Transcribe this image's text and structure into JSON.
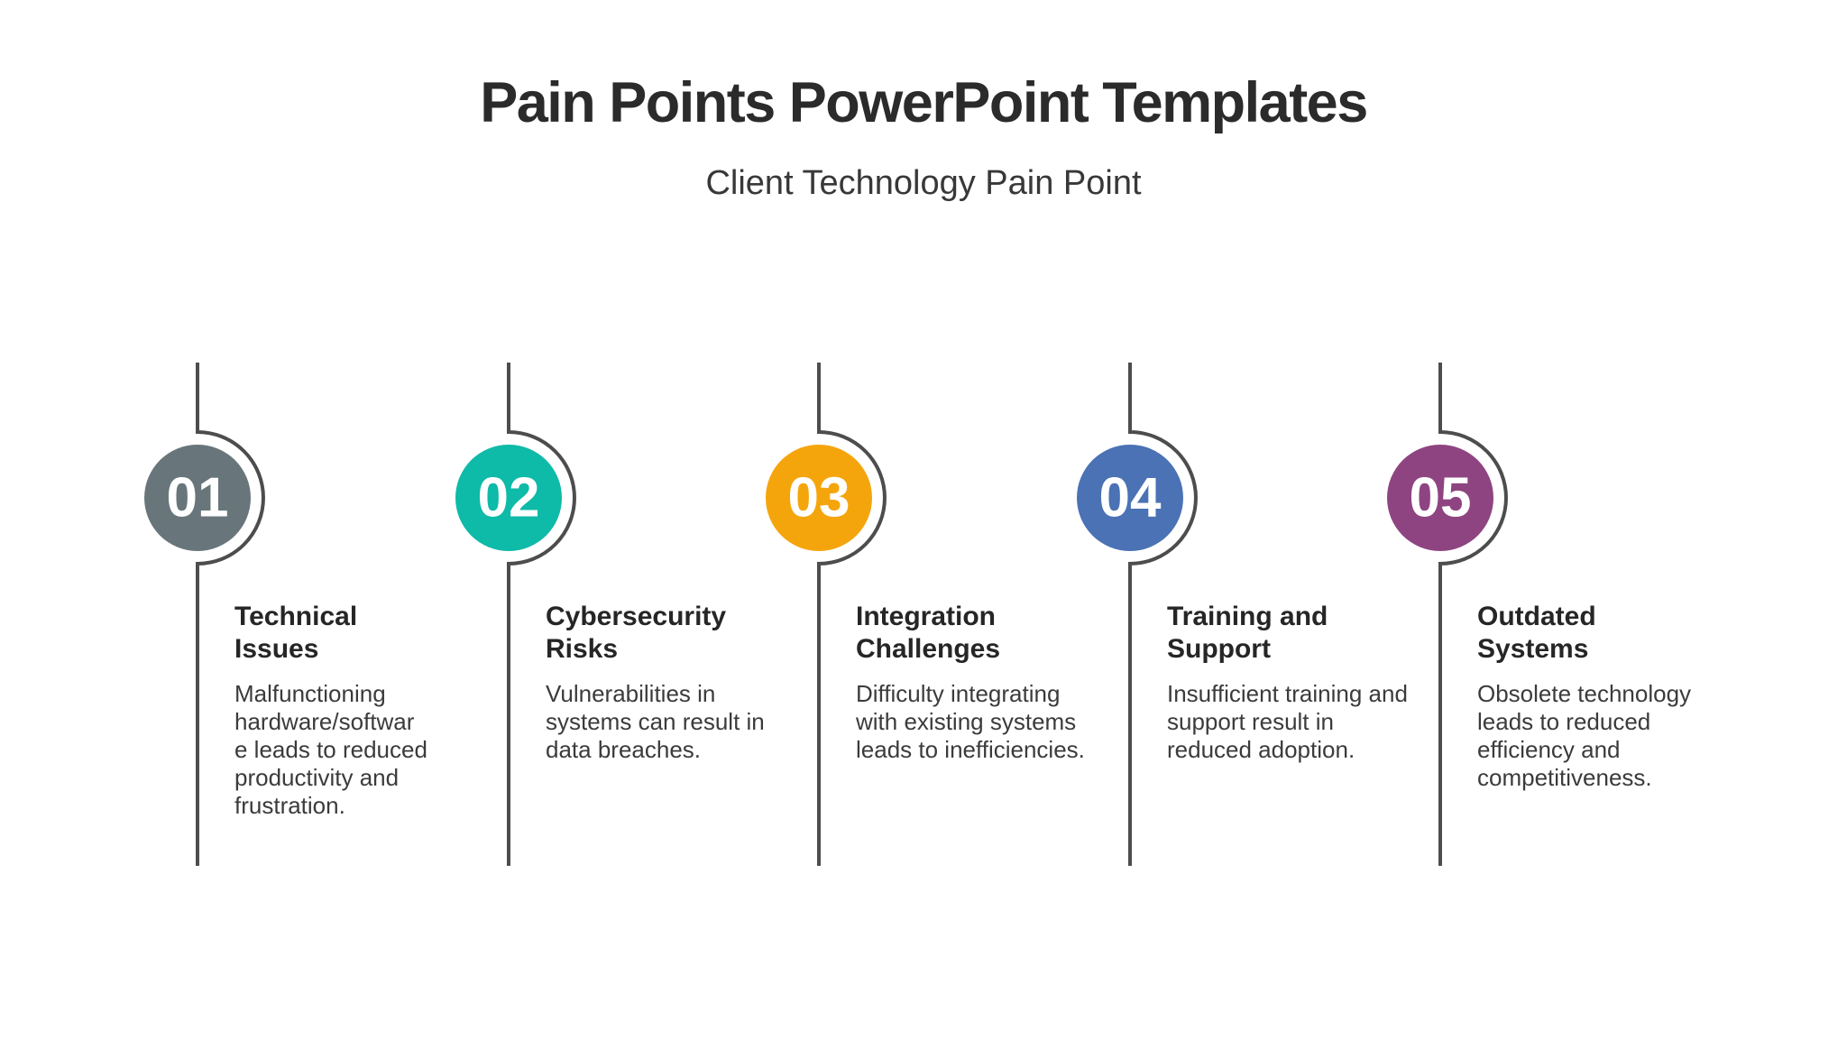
{
  "slide": {
    "title": "Pain Points PowerPoint Templates",
    "subtitle": "Client Technology Pain Point"
  },
  "items": [
    {
      "number": "01",
      "title": "Technical\nIssues",
      "description": "Malfunctioning\nhardware/softwar\ne leads to reduced\nproductivity and\nfrustration.",
      "color": "#68767B"
    },
    {
      "number": "02",
      "title": "Cybersecurity\nRisks",
      "description": "Vulnerabilities in\nsystems can result in\ndata breaches.",
      "color": "#0EBAA8"
    },
    {
      "number": "03",
      "title": "Integration\nChallenges",
      "description": "Difficulty integrating\nwith existing systems\nleads to inefficiencies.",
      "color": "#F5A50C"
    },
    {
      "number": "04",
      "title": "Training and\nSupport",
      "description": "Insufficient training and\nsupport result in\nreduced adoption.",
      "color": "#4A72B4"
    },
    {
      "number": "05",
      "title": "Outdated\nSystems",
      "description": "Obsolete technology\nleads to reduced\nefficiency and\ncompetitiveness.",
      "color": "#8F4482"
    }
  ],
  "styles": {
    "line_color": "#4D4D4D",
    "number_text_color": "#FFFFFF"
  }
}
